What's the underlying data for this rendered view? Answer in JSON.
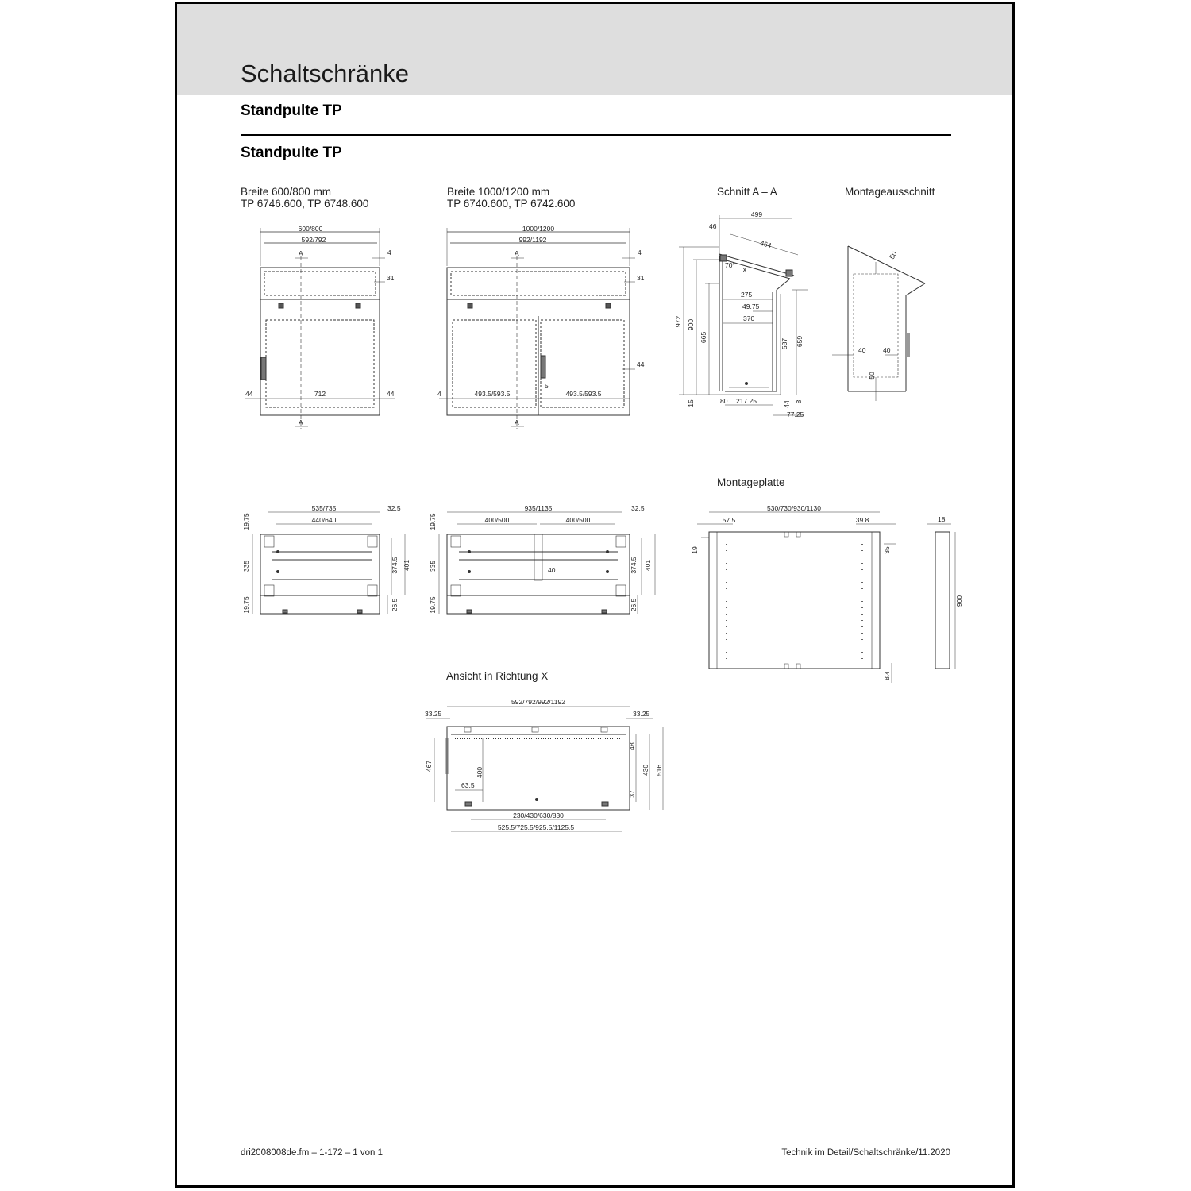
{
  "header": {
    "title": "Schaltschränke",
    "subtitle": "Standpulte TP"
  },
  "section": {
    "title": "Standpulte TP"
  },
  "captions": {
    "left_line1": "Breite 600/800 mm",
    "left_line2": "TP 6746.600, TP 6748.600",
    "mid_line1": "Breite 1000/1200 mm",
    "mid_line2": "TP 6740.600, TP 6742.600",
    "schnitt": "Schnitt A – A",
    "montageausschnitt": "Montageausschnitt",
    "montageplatte": "Montageplatte",
    "ansicht": "Ansicht in Richtung X"
  },
  "dims": {
    "front_small": {
      "w_outer": "600/800",
      "w_inner": "592/792",
      "a_top": "A",
      "a_bottom": "A",
      "d4": "4",
      "d31": "31",
      "d44_left": "44",
      "d44_right": "44",
      "d712": "712"
    },
    "front_large": {
      "w_outer": "1000/1200",
      "w_inner": "992/1192",
      "a_top": "A",
      "a_bottom": "A",
      "d4": "4",
      "d31": "31",
      "d44": "44",
      "d4_left": "4",
      "d5": "5",
      "half_left": "493.5/593.5",
      "half_right": "493.5/593.5"
    },
    "schnitt": {
      "d499": "499",
      "d46": "46",
      "d464": "464",
      "d70": "70°",
      "x": "X",
      "d275": "275",
      "d4975": "49.75",
      "d370": "370",
      "d972": "972",
      "d900": "900",
      "d665": "665",
      "d587": "587",
      "d659": "659",
      "d15": "15",
      "d80": "80",
      "d21725": "217.25",
      "d44": "44",
      "d8": "8",
      "d7725": "77.25"
    },
    "ausschnitt": {
      "d50_top": "50",
      "d40_left": "40",
      "d40_right": "40",
      "d50_bottom": "50"
    },
    "plan_small": {
      "w535": "535/735",
      "d325": "32.5",
      "w440": "440/640",
      "d1975_top": "19.75",
      "d335": "335",
      "d1975_bottom": "19.75",
      "d3745": "374.5",
      "d401": "401",
      "d265": "26.5"
    },
    "plan_large": {
      "w935": "935/1135",
      "d325": "32.5",
      "w400_left": "400/500",
      "w400_right": "400/500",
      "d1975_top": "19.75",
      "d335": "335",
      "d1975_bottom": "19.75",
      "d40": "40",
      "d3745": "374.5",
      "d401": "401",
      "d265": "26.5"
    },
    "montageplatte": {
      "w530": "530/730/930/1130",
      "d575": "57.5",
      "d398": "39.8",
      "d18": "18",
      "d19": "19",
      "d35": "35",
      "d900": "900",
      "d84": "8.4"
    },
    "ansicht": {
      "w592": "592/792/992/1192",
      "d3325_left": "33.25",
      "d3325_right": "33.25",
      "d467": "467",
      "d400": "400",
      "d635": "63.5",
      "d48": "48",
      "d430": "430",
      "d516": "516",
      "d37": "37",
      "w230": "230/430/630/830",
      "w5255": "525.5/725.5/925.5/1125.5"
    }
  },
  "footer": {
    "left": "dri2008008de.fm – 1-172 – 1 von 1",
    "right": "Technik im Detail/Schaltschränke/11.2020"
  }
}
